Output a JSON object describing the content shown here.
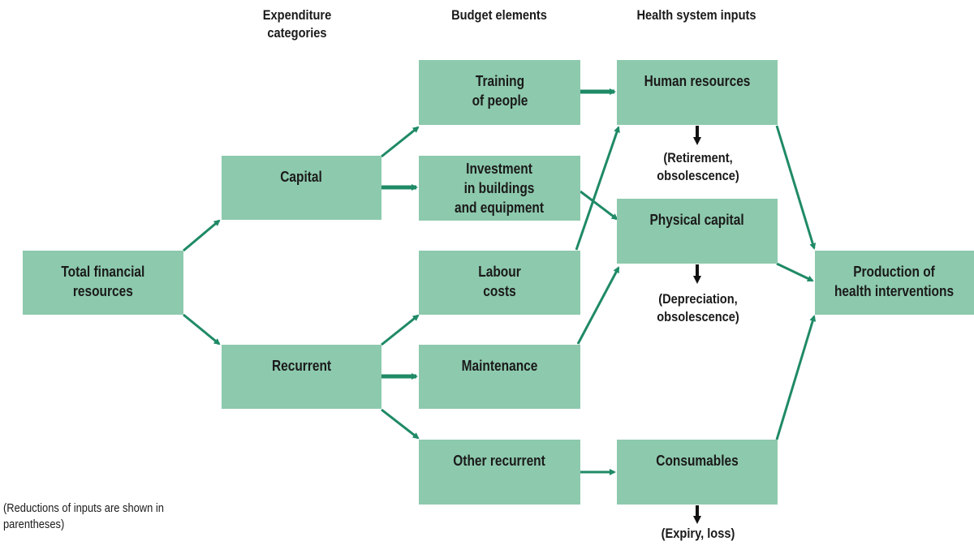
{
  "headers": {
    "expenditure": "Expenditure\ncategories",
    "budget": "Budget elements",
    "inputs": "Health system inputs"
  },
  "boxes": {
    "total": "Total financial\nresources",
    "capital": "Capital",
    "recurrent": "Recurrent",
    "training": "Training\nof people",
    "investment": "Investment\nin buildings\nand equipment",
    "labour": "Labour\ncosts",
    "maintenance": "Maintenance",
    "other": "Other recurrent",
    "human": "Human resources",
    "physical": "Physical capital",
    "consumables": "Consumables",
    "production": "Production of\nhealth interventions"
  },
  "reductions": {
    "human": "(Retirement,\nobsolescence)",
    "physical": "(Depreciation,\nobsolescence)",
    "consumables": "(Expiry, loss)"
  },
  "footnote": "(Reductions of inputs are shown in parentheses)",
  "colors": {
    "box_fill": "#8dc9ad",
    "arrow_green": "#1f8a66",
    "arrow_black": "#111111"
  }
}
